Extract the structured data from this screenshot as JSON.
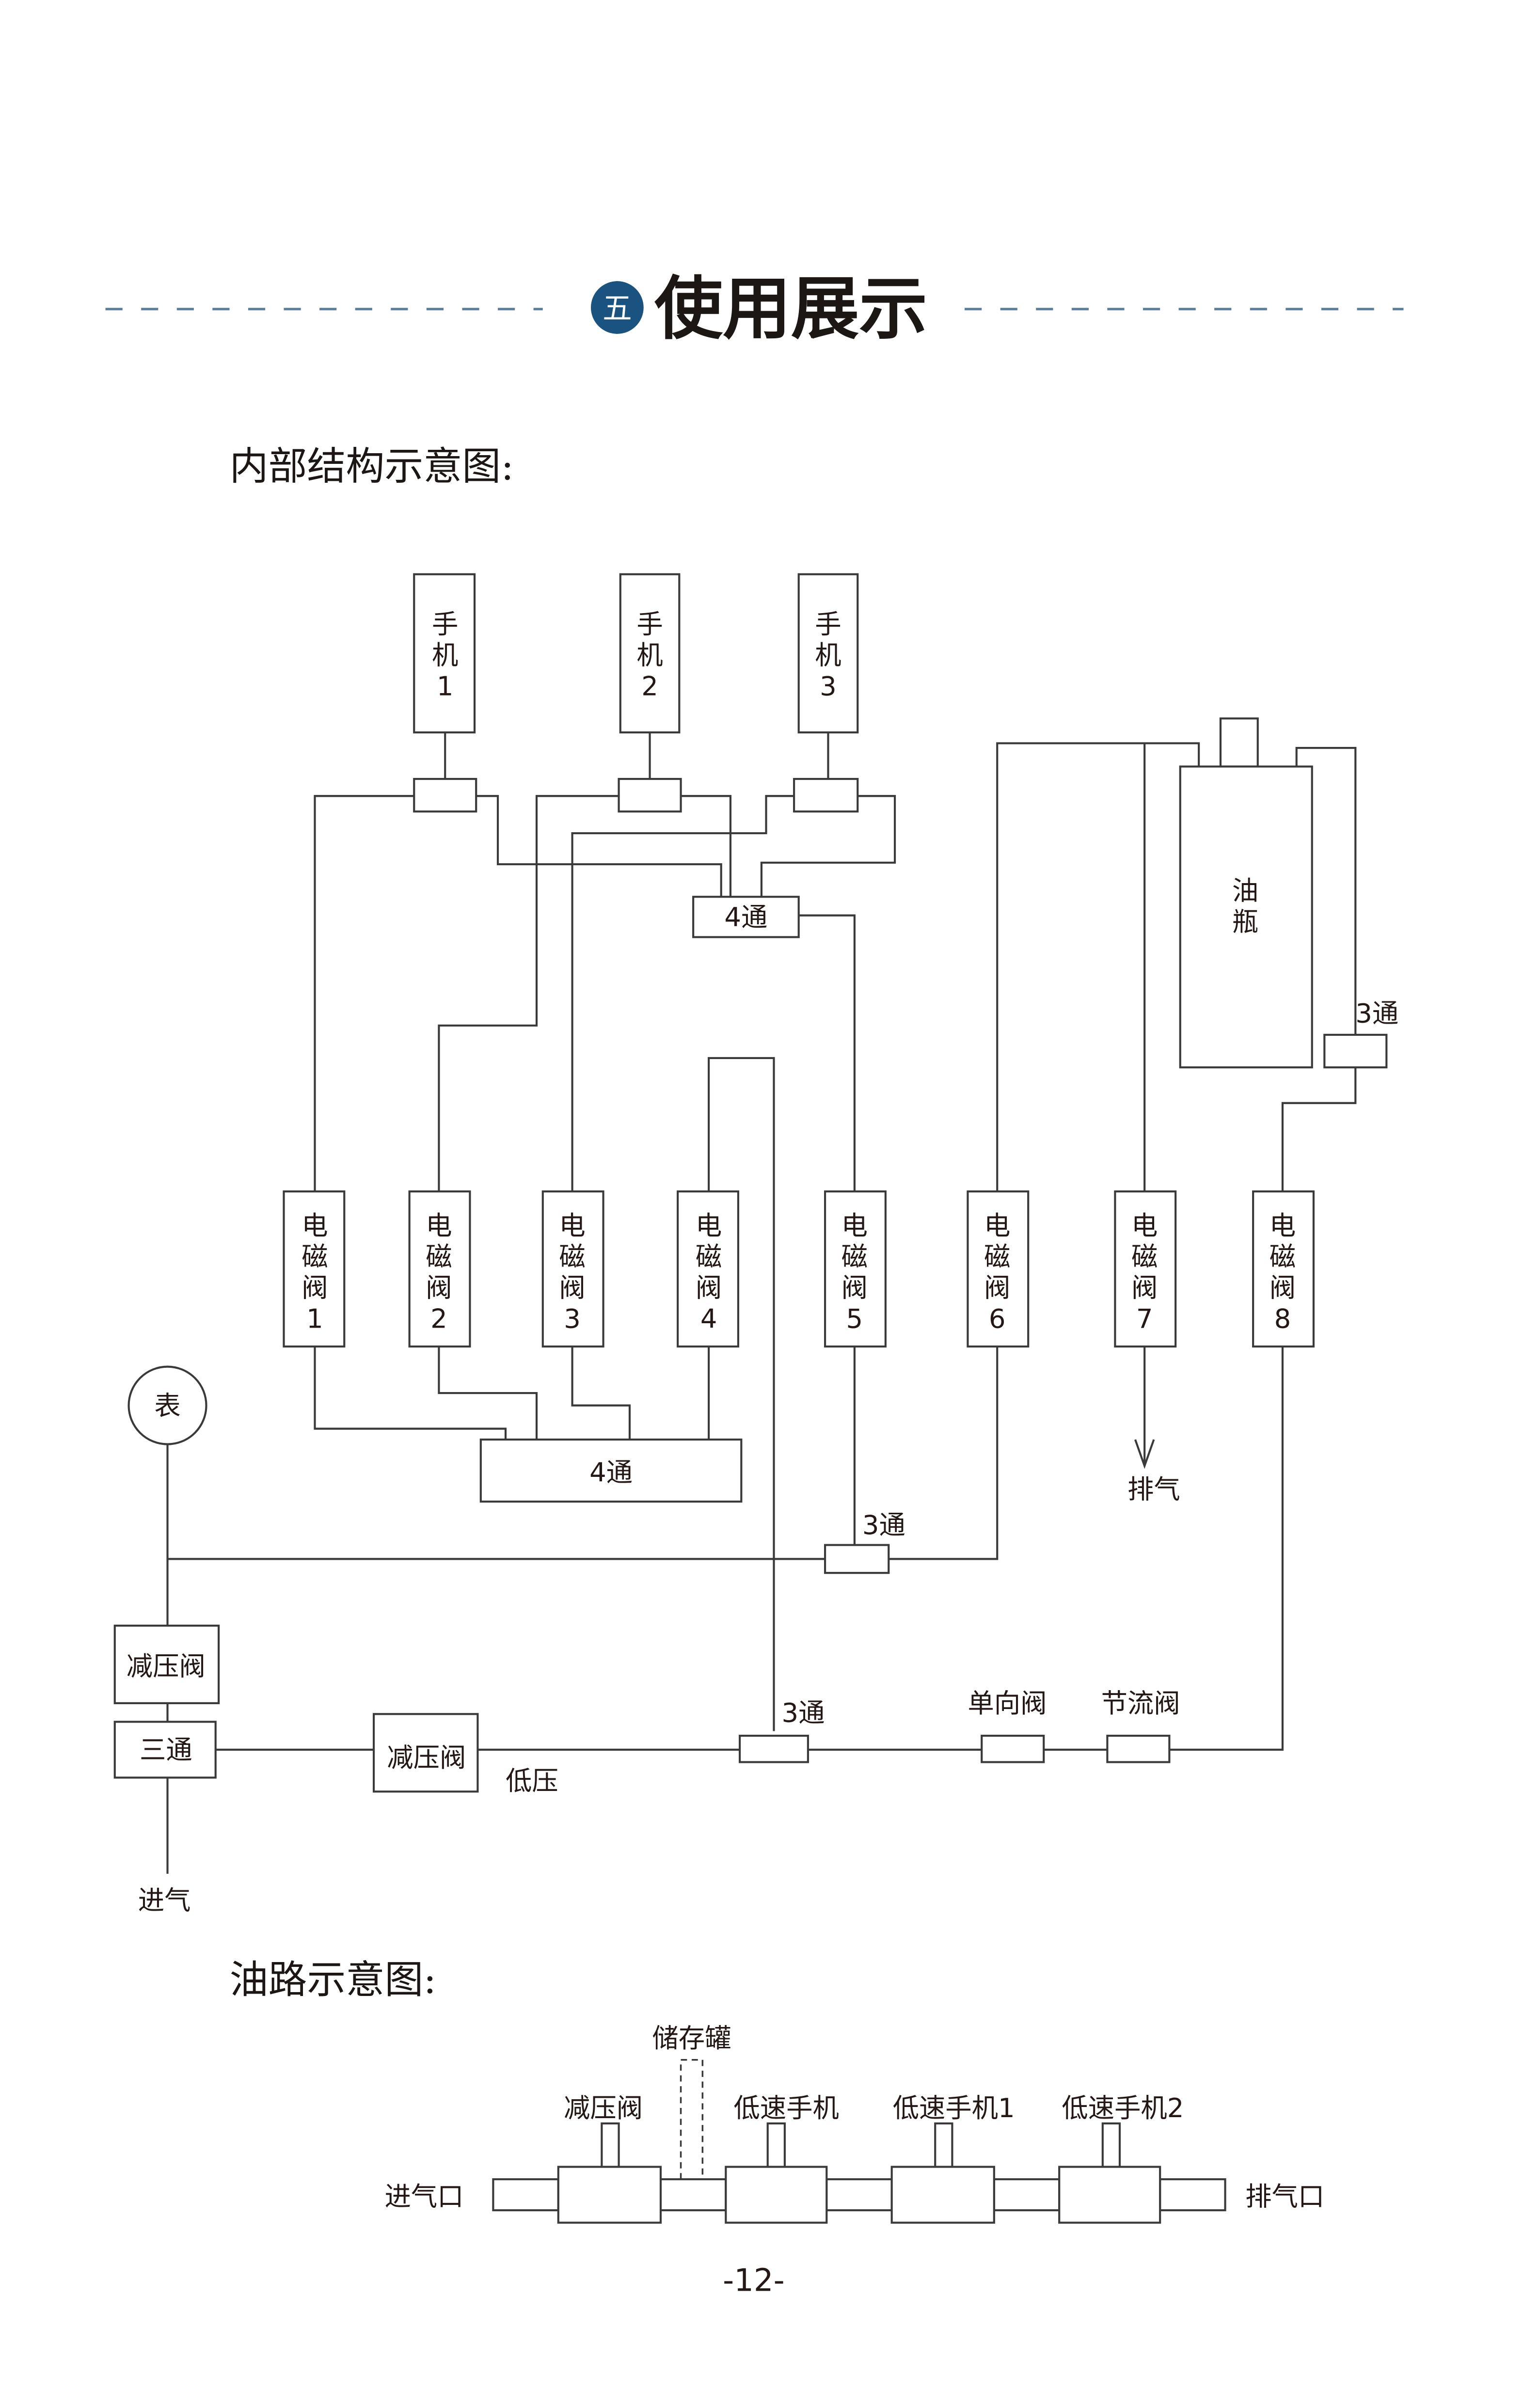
{
  "header": {
    "badge": "五",
    "badge_color": "#1a5380",
    "title": "使用展示"
  },
  "section1": {
    "title": "内部结构示意图:",
    "handpieces": [
      {
        "line1": "手",
        "line2": "机",
        "num": "1"
      },
      {
        "line1": "手",
        "line2": "机",
        "num": "2"
      },
      {
        "line1": "手",
        "line2": "机",
        "num": "3"
      }
    ],
    "solenoids": [
      {
        "c1": "电",
        "c2": "磁",
        "c3": "阀",
        "num": "1"
      },
      {
        "c1": "电",
        "c2": "磁",
        "c3": "阀",
        "num": "2"
      },
      {
        "c1": "电",
        "c2": "磁",
        "c3": "阀",
        "num": "3"
      },
      {
        "c1": "电",
        "c2": "磁",
        "c3": "阀",
        "num": "4"
      },
      {
        "c1": "电",
        "c2": "磁",
        "c3": "阀",
        "num": "5"
      },
      {
        "c1": "电",
        "c2": "磁",
        "c3": "阀",
        "num": "6"
      },
      {
        "c1": "电",
        "c2": "磁",
        "c3": "阀",
        "num": "7"
      },
      {
        "c1": "电",
        "c2": "磁",
        "c3": "阀",
        "num": "8"
      }
    ],
    "oil_bottle": {
      "c1": "油",
      "c2": "瓶"
    },
    "four_way_upper": "4通",
    "four_way_lower": "4通",
    "three_way_oil": "3通",
    "three_way_mid": "3通",
    "three_way_low": "3通",
    "gauge": "表",
    "exhaust": "排气",
    "pressure_reducer_1": "减压阀",
    "tee": "三通",
    "pressure_reducer_2": "减压阀",
    "low_pressure": "低压",
    "intake": "进气",
    "check_valve": "单向阀",
    "throttle_valve": "节流阀"
  },
  "section2": {
    "title": "油路示意图:",
    "storage_tank": "储存罐",
    "inlet": "进气口",
    "outlet": "排气口",
    "units": [
      {
        "label": "减压阀"
      },
      {
        "label": "低速手机"
      },
      {
        "label": "低速手机1"
      },
      {
        "label": "低速手机2"
      }
    ]
  },
  "footer": {
    "page_number": "-12-"
  }
}
